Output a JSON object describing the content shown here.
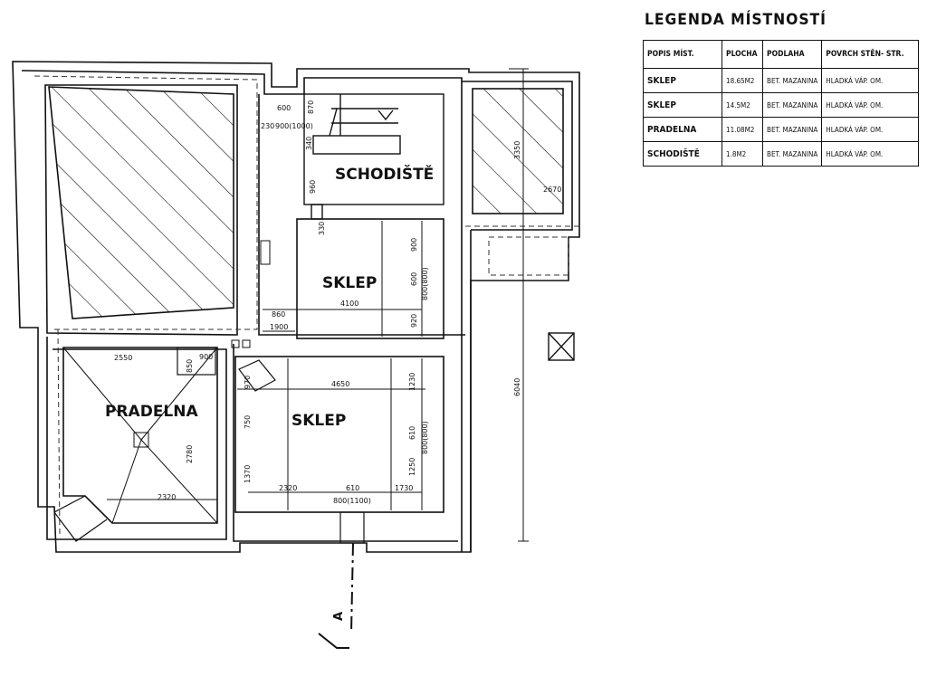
{
  "legend": {
    "title": "LEGENDA MÍSTNOSTÍ",
    "headers": [
      "POPIS MÍST.",
      "PLOCHA",
      "PODLAHA",
      "POVRCH STĚN- STR."
    ],
    "rows": [
      {
        "name": "SKLEP",
        "area": "18.65M2",
        "floor": "BET. MAZANINA",
        "walls": "HLADKÁ VÁP. OM."
      },
      {
        "name": "SKLEP",
        "area": "14.5M2",
        "floor": "BET. MAZANINA",
        "walls": "HLADKÁ VÁP. OM."
      },
      {
        "name": "PRADELNA",
        "area": "11.08M2",
        "floor": "BET. MAZANINA",
        "walls": "HLADKÁ VÁP. OM."
      },
      {
        "name": "SCHODIŠTĚ",
        "area": "1.8M2",
        "floor": "BET. MAZANINA",
        "walls": "HLADKÁ VÁP. OM."
      }
    ]
  },
  "rooms": {
    "stair": "SCHODIŠTĚ",
    "cellar_upper": "SKLEP",
    "cellar_lower": "SKLEP",
    "laundry": "PRADELNA"
  },
  "dimensions": {
    "d600": "600",
    "d870": "870",
    "d230": "230",
    "d900_1000": "900(1000)",
    "d340": "340",
    "d960": "960",
    "d330": "330",
    "d3350": "3350",
    "d2670": "2670",
    "d900a": "900",
    "d600b": "600",
    "d800_800a": "800(800)",
    "d4100": "4100",
    "d860": "860",
    "d1900": "1900",
    "d920": "920",
    "d2550": "2550",
    "d850": "850",
    "d900b": "900",
    "d970": "970",
    "d4650": "4650",
    "d1230": "1230",
    "d610a": "610",
    "d800_800b": "800(800)",
    "d750": "750",
    "d2780": "2780",
    "d1370": "1370",
    "d1250": "1250",
    "d2320a": "2320",
    "d2320b": "2320",
    "d610b": "610",
    "d1730": "1730",
    "d800_1100": "800(1100)",
    "d6040": "6040"
  },
  "section_label": "A"
}
